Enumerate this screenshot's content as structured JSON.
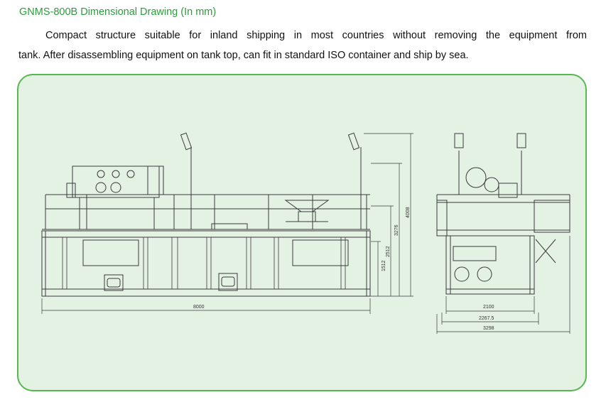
{
  "heading": "GNMS-800B Dimensional Drawing (In mm)",
  "description": {
    "line1": "Compact structure suitable for inland shipping in most countries without removing the equipment from",
    "line2": "tank. After disassembling equipment on tank top, can fit in standard ISO container and ship by sea."
  },
  "drawing": {
    "side_view": {
      "length": "8000",
      "heights": {
        "h1": "1512",
        "h2": "2512",
        "h3": "3276",
        "h4": "4008"
      }
    },
    "end_view": {
      "widths": {
        "w1": "2100",
        "w2": "2267.5",
        "w3": "3298"
      }
    },
    "colors": {
      "heading": "#2e9a3e",
      "panel_border": "#56b84f",
      "panel_fill": "#e4f2e4",
      "line": "#3a3a3a"
    }
  }
}
